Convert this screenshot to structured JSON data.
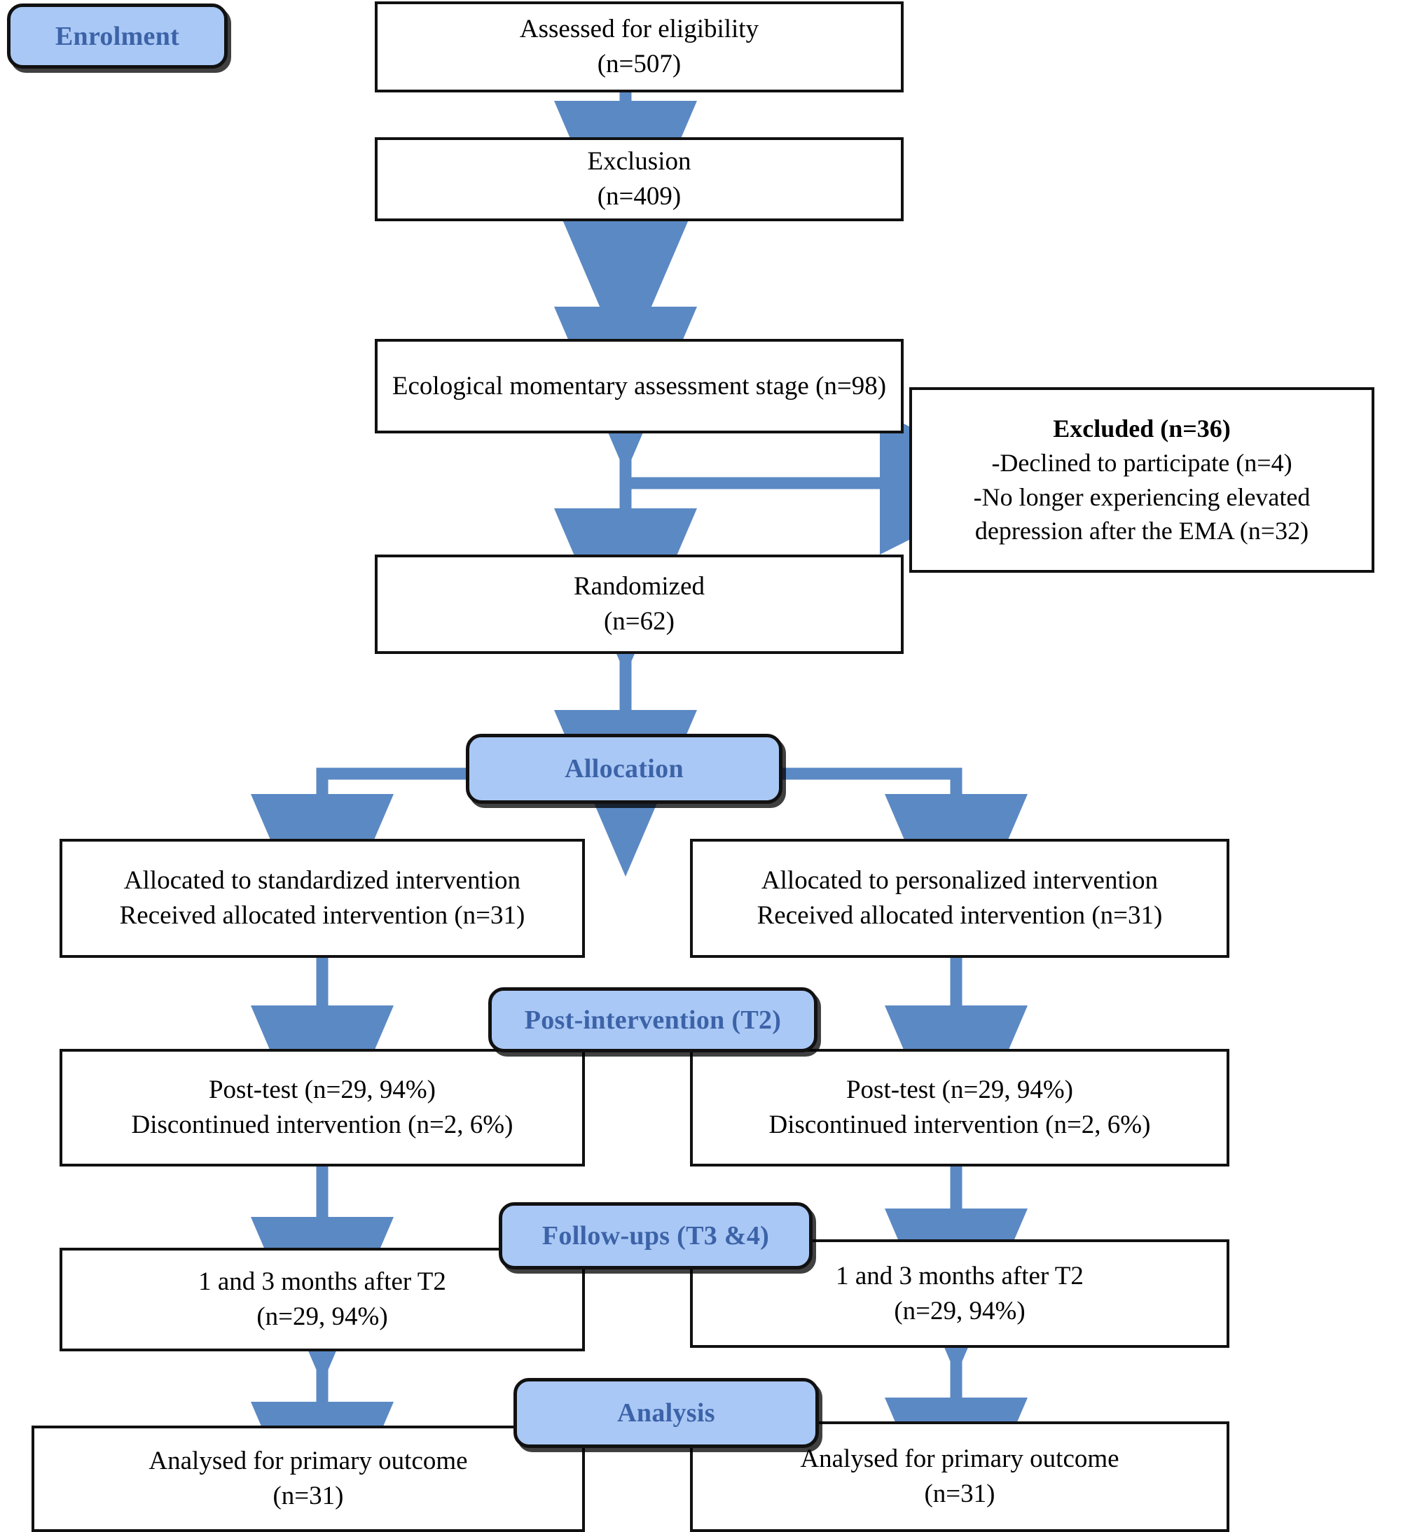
{
  "diagram": {
    "title": "CONSORT participant flow diagram",
    "colors": {
      "arrow_blue": "#5B89C4",
      "pill_fill": "#AAC8F5",
      "pill_text": "#3C63A8",
      "box_border": "#111111",
      "box_fill": "#FFFFFF",
      "page_bg": "#FFFFFF"
    }
  },
  "stage_labels": {
    "enrolment": "Enrolment",
    "allocation": "Allocation",
    "post_intervention": "Post-intervention (T2)",
    "followups": "Follow-ups (T3 &4)",
    "analysis": "Analysis"
  },
  "nodes": {
    "assessed": {
      "lines": [
        "Assessed for eligibility",
        "(n=507)"
      ]
    },
    "exclusion": {
      "lines": [
        "Exclusion",
        "(n=409)"
      ]
    },
    "ema": {
      "lines": [
        "Ecological momentary assessment stage (n=98)"
      ]
    },
    "excluded_detail": {
      "heading": "Excluded (n=36)",
      "lines": [
        "-Declined to participate (n=4)",
        "-No longer experiencing elevated depression after the EMA (n=32)"
      ]
    },
    "randomized": {
      "lines": [
        "Randomized",
        "(n=62)"
      ]
    },
    "alloc_left": {
      "lines": [
        "Allocated to standardized intervention",
        "Received allocated intervention (n=31)"
      ]
    },
    "alloc_right": {
      "lines": [
        "Allocated to personalized intervention",
        "Received allocated intervention (n=31)"
      ]
    },
    "post_left": {
      "lines": [
        "Post-test  (n=29, 94%)",
        "Discontinued intervention (n=2, 6%)"
      ]
    },
    "post_right": {
      "lines": [
        "Post-test  (n=29, 94%)",
        "Discontinued intervention (n=2, 6%)"
      ]
    },
    "follow_left": {
      "lines": [
        "1 and 3 months after T2",
        "(n=29, 94%)"
      ]
    },
    "follow_right": {
      "lines": [
        "1 and 3 months after T2",
        "(n=29, 94%)"
      ]
    },
    "analysis_left": {
      "lines": [
        "Analysed for primary outcome",
        "(n=31)"
      ]
    },
    "analysis_right": {
      "lines": [
        "Analysed for primary outcome",
        "(n=31)"
      ]
    }
  },
  "flow_counts": {
    "assessed_n": 507,
    "excluded_n": 409,
    "ema_n": 98,
    "excluded_after_ema_total": 36,
    "declined_n": 4,
    "no_longer_elevated_n": 32,
    "randomized_n": 62,
    "allocated_each_arm_n": 31,
    "post_test_n": 29,
    "post_test_pct": "94%",
    "discontinued_n": 2,
    "discontinued_pct": "6%",
    "followup_n": 29,
    "followup_pct": "94%",
    "analysed_each_arm_n": 31
  }
}
